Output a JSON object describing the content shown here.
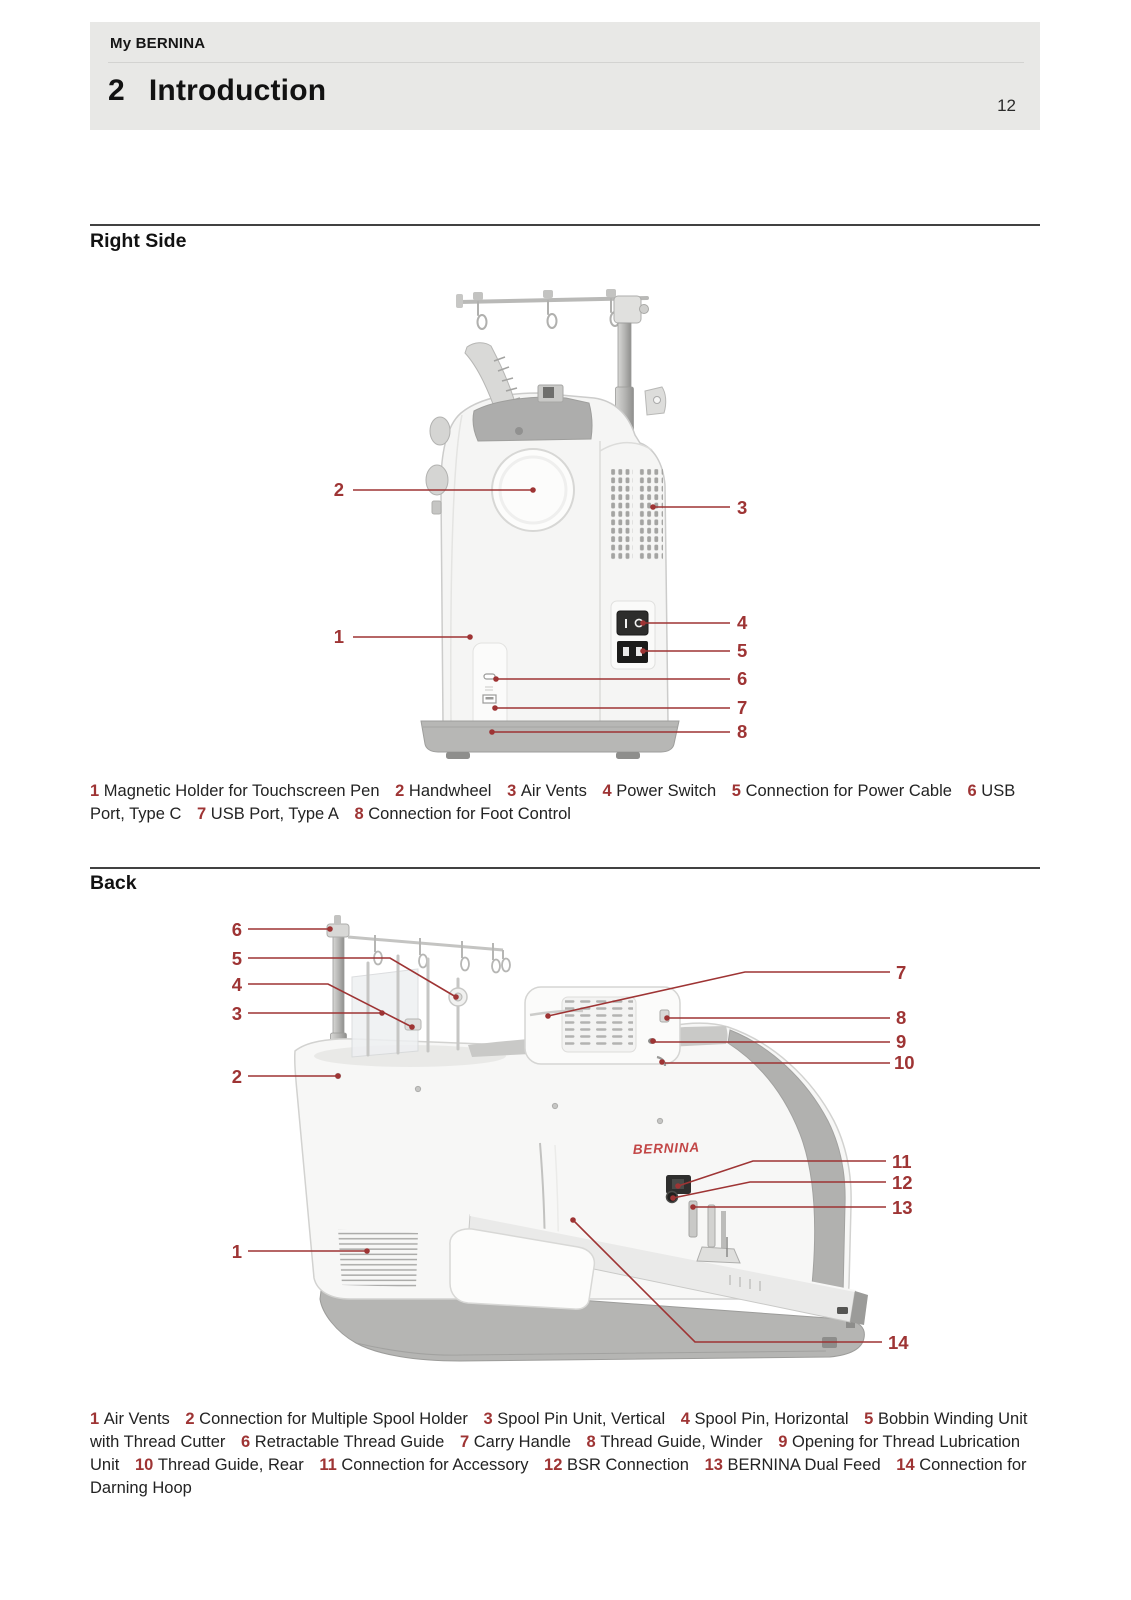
{
  "header": {
    "brand": "My BERNINA",
    "chapter_number": "2",
    "title": "Introduction",
    "page_number": "12"
  },
  "colors": {
    "header_background": "#e8e8e6",
    "callout_red": "#9e3434",
    "machine_logo_red": "#c24646",
    "rule_dark": "#414141"
  },
  "right_side": {
    "heading": "Right Side",
    "legend": [
      {
        "num": "1",
        "text": "Magnetic Holder for Touchscreen Pen"
      },
      {
        "num": "2",
        "text": "Handwheel"
      },
      {
        "num": "3",
        "text": "Air Vents"
      },
      {
        "num": "4",
        "text": "Power Switch"
      },
      {
        "num": "5",
        "text": "Connection for Power Cable"
      },
      {
        "num": "6",
        "text": "USB Port, Type C"
      },
      {
        "num": "7",
        "text": "USB Port, Type A"
      },
      {
        "num": "8",
        "text": "Connection for Foot Control"
      }
    ]
  },
  "back": {
    "heading": "Back",
    "machine_logo": "BERNINA",
    "legend": [
      {
        "num": "1",
        "text": "Air Vents"
      },
      {
        "num": "2",
        "text": "Connection for Multiple Spool Holder"
      },
      {
        "num": "3",
        "text": "Spool Pin Unit, Vertical"
      },
      {
        "num": "4",
        "text": "Spool Pin, Horizontal"
      },
      {
        "num": "5",
        "text": "Bobbin Winding Unit with Thread Cutter"
      },
      {
        "num": "6",
        "text": "Retractable Thread Guide"
      },
      {
        "num": "7",
        "text": "Carry Handle"
      },
      {
        "num": "8",
        "text": "Thread Guide, Winder"
      },
      {
        "num": "9",
        "text": "Opening for Thread Lubrication Unit"
      },
      {
        "num": "10",
        "text": "Thread Guide, Rear"
      },
      {
        "num": "11",
        "text": "Connection for Accessory"
      },
      {
        "num": "12",
        "text": "BSR Connection"
      },
      {
        "num": "13",
        "text": "BERNINA Dual Feed"
      },
      {
        "num": "14",
        "text": "Connection for Darning Hoop"
      }
    ]
  }
}
